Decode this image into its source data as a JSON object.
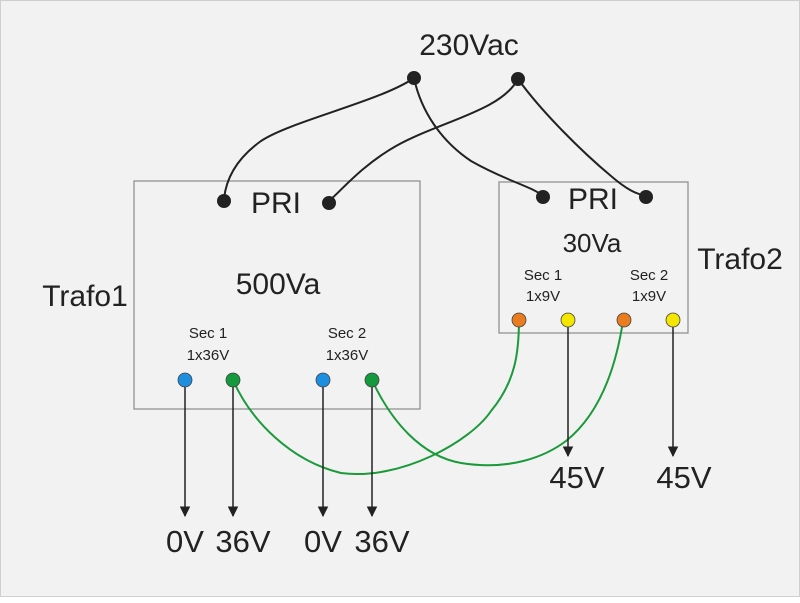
{
  "supply": {
    "label": "230Vac"
  },
  "trafo1": {
    "name": "Trafo1",
    "rating": "500Va",
    "primary": "PRI",
    "sec1": {
      "name": "Sec 1",
      "spec": "1x36V"
    },
    "sec2": {
      "name": "Sec 2",
      "spec": "1x36V"
    }
  },
  "trafo2": {
    "name": "Trafo2",
    "rating": "30Va",
    "primary": "PRI",
    "sec1": {
      "name": "Sec 1",
      "spec": "1x9V"
    },
    "sec2": {
      "name": "Sec 2",
      "spec": "1x9V"
    }
  },
  "outputs": {
    "out1": "0V",
    "out2": "36V",
    "out3": "0V",
    "out4": "36V",
    "out5": "45V",
    "out6": "45V"
  },
  "colors": {
    "background": "#f2f2f2",
    "box_border": "#8a8a8a",
    "wire_black": "#222222",
    "wire_green": "#1a9a3a",
    "terminal_black": "#222222",
    "terminal_blue": "#1e8fe0",
    "terminal_green": "#149a3c",
    "terminal_orange": "#e87c1e",
    "terminal_yellow": "#f5e600"
  }
}
